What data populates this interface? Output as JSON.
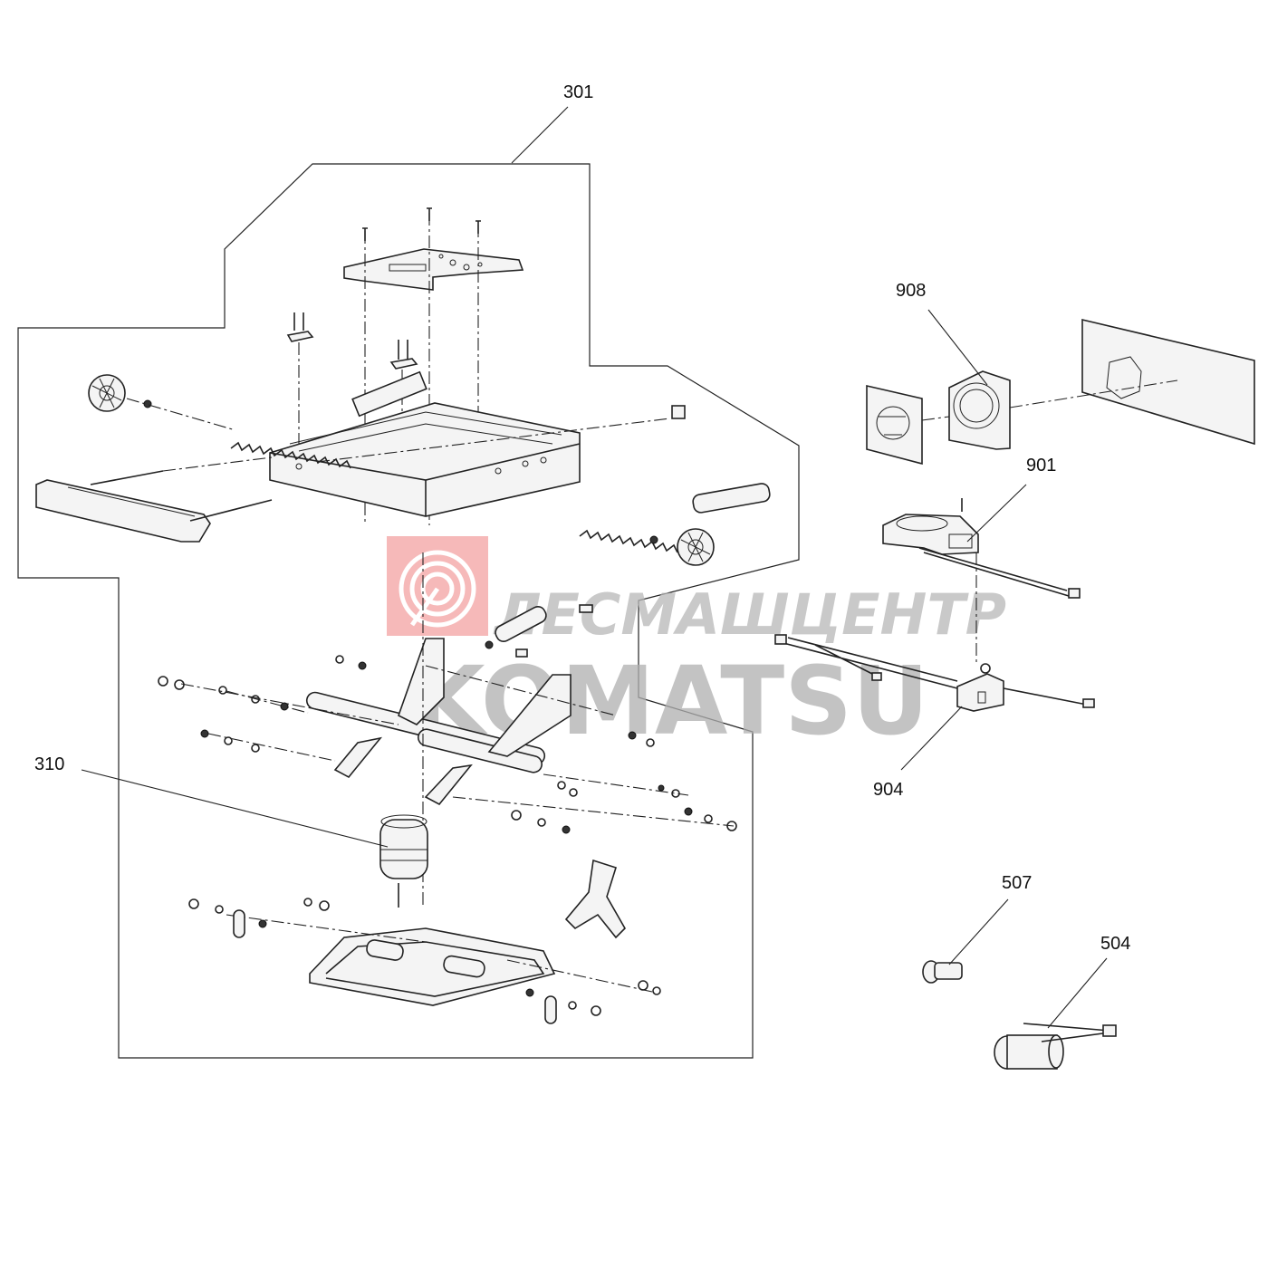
{
  "callouts": {
    "c301": "301",
    "c310": "310",
    "c908": "908",
    "c901": "901",
    "c904": "904",
    "c507": "507",
    "c504": "504"
  },
  "watermark": {
    "line1": "ЛЕСМАШЦЕНТР",
    "line2": "KOMATSU",
    "color": "#f08080",
    "gray": "#9a9a9a"
  },
  "colors": {
    "line": "#222222",
    "background": "#ffffff"
  }
}
